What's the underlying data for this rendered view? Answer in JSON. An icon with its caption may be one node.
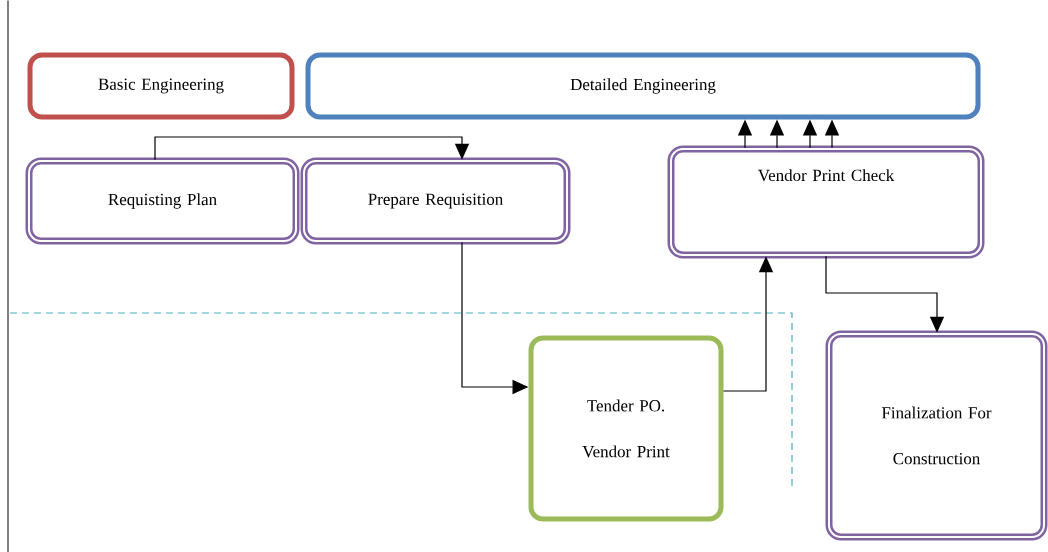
{
  "diagram": {
    "nodes": [
      {
        "text": [
          "Basic Engineering"
        ]
      },
      {
        "text": [
          "Detailed Engineering"
        ]
      },
      {
        "text": [
          "Requisting Plan"
        ]
      },
      {
        "text": [
          "Prepare Requisition"
        ]
      },
      {
        "text": [
          "Vendor Print Check"
        ]
      },
      {
        "text": [
          "Tender PO. Vendor Print"
        ]
      },
      {
        "text": [
          "Finalization For Construction"
        ]
      }
    ],
    "edges": [
      {
        "from": 2,
        "to": 3,
        "arrow": "to"
      },
      {
        "from": 3,
        "to": 5,
        "arrow": "to"
      },
      {
        "from": 5,
        "to": 4,
        "arrow": "to"
      },
      {
        "from": 4,
        "to": 1,
        "arrow": "to"
      },
      {
        "from": 4,
        "to": 1,
        "arrow": "to"
      },
      {
        "from": 4,
        "to": 1,
        "arrow": "to"
      },
      {
        "from": 4,
        "to": 1,
        "arrow": "to"
      },
      {
        "from": 4,
        "to": 6,
        "arrow": "to"
      }
    ]
  }
}
